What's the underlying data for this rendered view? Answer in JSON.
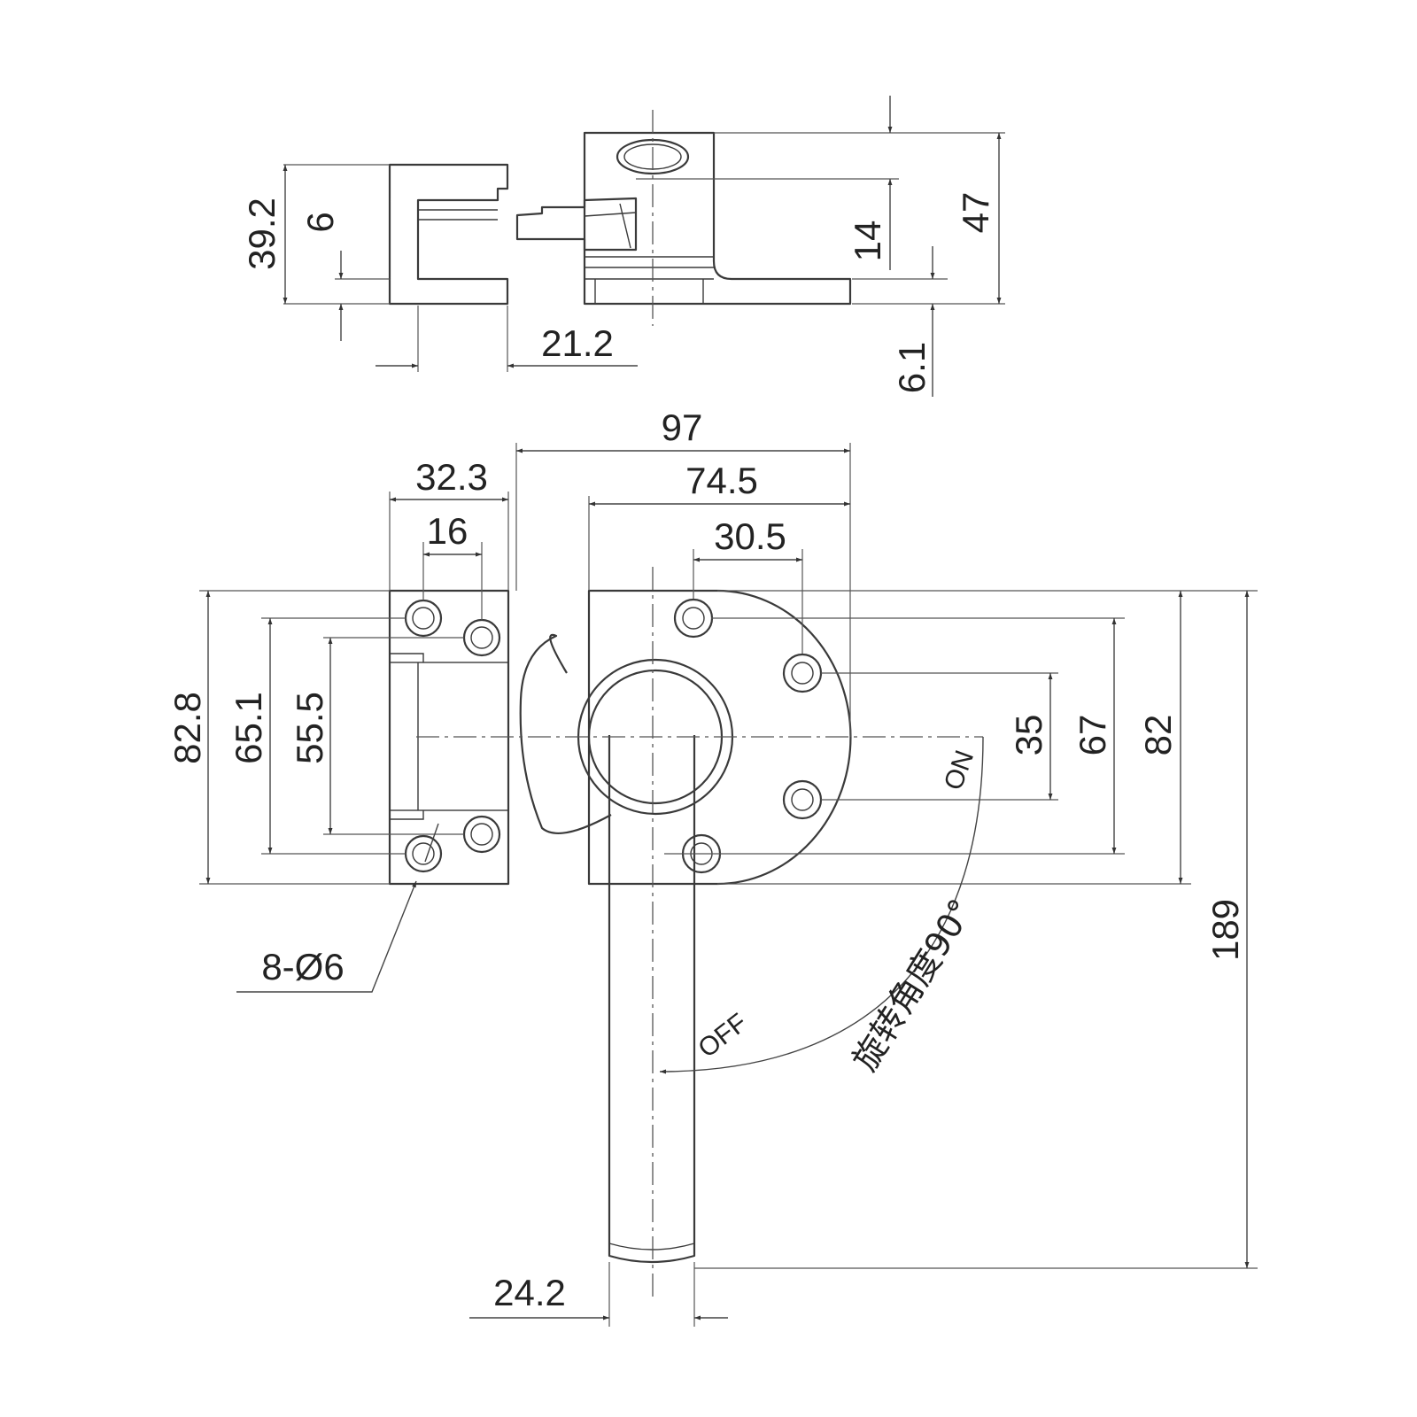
{
  "dimensions": {
    "side_height_left": "39.2",
    "side_slot": "6",
    "side_width_lower": "21.2",
    "side_right_14": "14",
    "side_right_47": "47",
    "side_right_6_1": "6.1",
    "top_overall": "97",
    "top_body": "74.5",
    "top_hole_spacing": "30.5",
    "keeper_width": "32.3",
    "keeper_hole": "16",
    "keeper_height": "82.8",
    "keeper_hole_v": "65.1",
    "keeper_inner": "55.5",
    "holes_label": "8-Ø6",
    "body_35": "35",
    "body_67": "67",
    "body_82": "82",
    "overall_height": "189",
    "handle_width": "24.2"
  },
  "annotations": {
    "on_label": "ON",
    "off_label": "OFF",
    "rotation_note": "旋转角度90°"
  }
}
